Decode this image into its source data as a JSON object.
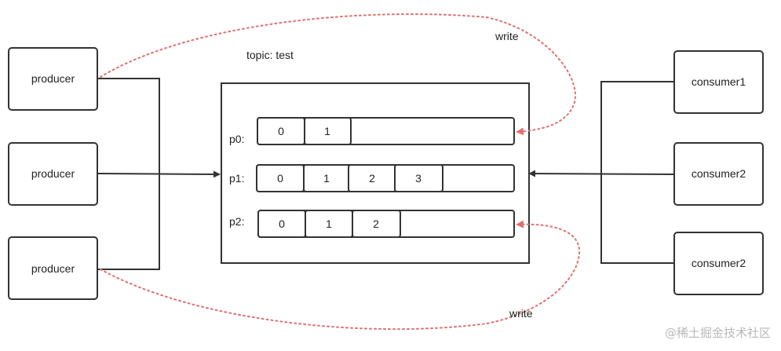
{
  "topic_label": "topic: test",
  "producers": [
    "producer",
    "producer",
    "producer"
  ],
  "consumers": [
    "consumer1",
    "consumer2",
    "consumer2"
  ],
  "partitions": [
    {
      "label": "p0:",
      "offsets": [
        "0",
        "1"
      ]
    },
    {
      "label": "p1:",
      "offsets": [
        "0",
        "1",
        "2",
        "3"
      ]
    },
    {
      "label": "p2:",
      "offsets": [
        "0",
        "1",
        "2"
      ]
    }
  ],
  "write_top": "write",
  "write_bottom": "write",
  "watermark": "@稀土掘金技术社区",
  "colors": {
    "stroke": "#333333",
    "write_arrow": "#e07070"
  }
}
